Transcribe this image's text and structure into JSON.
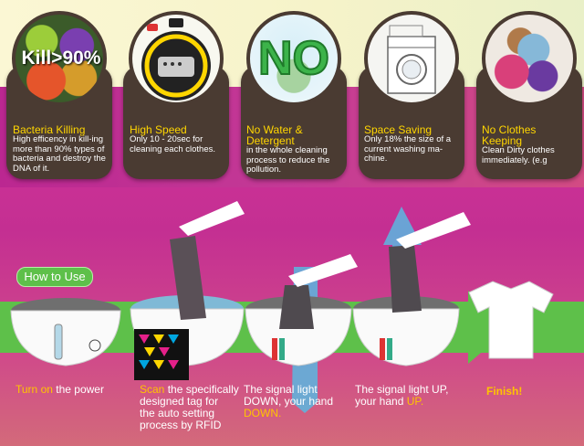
{
  "features": [
    {
      "id": "bacteria",
      "overlay": "Kill>90%",
      "title": "Bacteria Killing",
      "desc": "High efficency in kill-ing more than 90% types of bacteria and destroy the DNA of it."
    },
    {
      "id": "speed",
      "title": "High Speed",
      "desc": "Only 10 - 20sec for cleaning each clothes."
    },
    {
      "id": "nowater",
      "overlay": "NO",
      "title": "No Water & Detergent",
      "desc": "in the whole cleaning process to reduce the pollution."
    },
    {
      "id": "space",
      "title": "Space Saving",
      "desc": "Only 18% the size of a current washing ma-chine."
    },
    {
      "id": "noclothes",
      "title": "No Clothes Keeping",
      "desc": "Clean Dirty clothes immediately. (e.g"
    }
  ],
  "how_to_use": "How to Use",
  "steps": {
    "s1": {
      "hl": "Turn on",
      "rest": " the power"
    },
    "s2": {
      "hl": "Scan",
      "rest1": " the specifically",
      "rest2": "designed tag for",
      "rest3": "the auto setting",
      "rest4": "process by RFID"
    },
    "s3": {
      "l1": "The signal light",
      "l2": "DOWN, your hand",
      "hl": "DOWN."
    },
    "s4": {
      "l1": "The signal light UP,",
      "l2": "your hand ",
      "hl": "UP."
    },
    "s5": {
      "label": "Finish!"
    }
  },
  "colors": {
    "yellow": "#ffd600",
    "magenta": "#c42f92",
    "green": "#5ec04a",
    "card": "#4a3b32",
    "arrow_blue": "#5bb7e0"
  }
}
